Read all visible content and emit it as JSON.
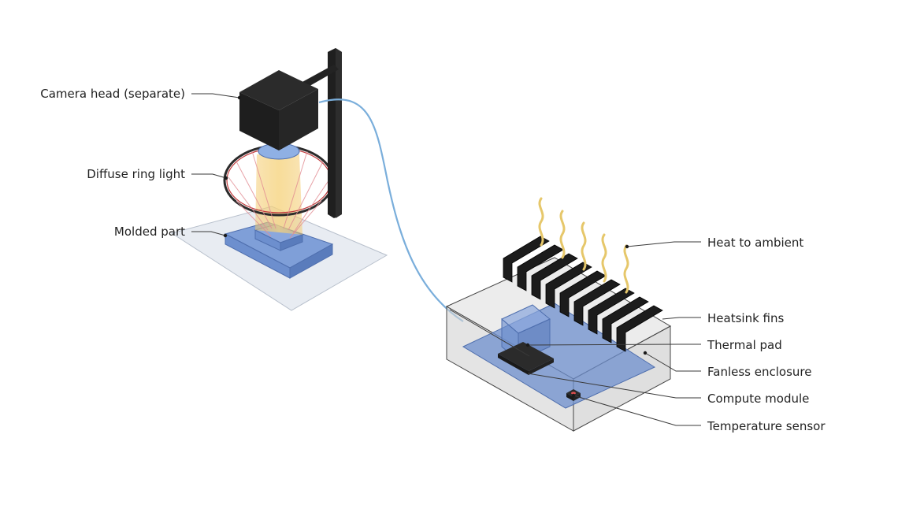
{
  "colors": {
    "background": "#ffffff",
    "dark_part": "#1f1f1f",
    "part_blue": "#6d8fce",
    "light_cone": "#f3c96a",
    "ring_red": "#c0393b",
    "cable_blue": "#7aaedb",
    "enclosure_gray": "#dcdcdc",
    "heat_wave": "#e6c76a",
    "base_plate": "#e8ecf2"
  },
  "labels": {
    "camera_head": "Camera head (separate)",
    "ring_light": "Diffuse ring light",
    "molded_part": "Molded part",
    "heat_ambient": "Heat to ambient",
    "heatsink_fins": "Heatsink fins",
    "thermal_pad": "Thermal pad",
    "fanless_enclosure": "Fanless enclosure",
    "compute_module": "Compute module",
    "temperature_sensor": "Temperature sensor"
  },
  "icons": {
    "camera": "camera-head-icon",
    "ring": "ring-light-icon",
    "part": "molded-part-icon",
    "fins": "heatsink-fins-icon",
    "heat": "heat-wave-icon",
    "sensor": "temperature-sensor-icon"
  }
}
